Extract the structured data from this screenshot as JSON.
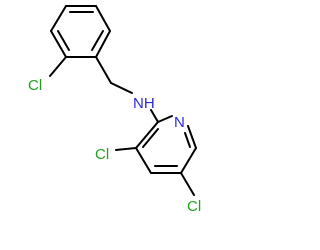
{
  "molecule": {
    "atoms": {
      "cl_benzyl": "Cl",
      "nh_amine": "NH",
      "n_pyridine": "N",
      "cl_3": "Cl",
      "cl_5": "Cl"
    },
    "colors": {
      "chlorine": "#1fa01f",
      "nitrogen": "#2a2ad6",
      "bond": "#000000",
      "background": "#ffffff"
    }
  }
}
